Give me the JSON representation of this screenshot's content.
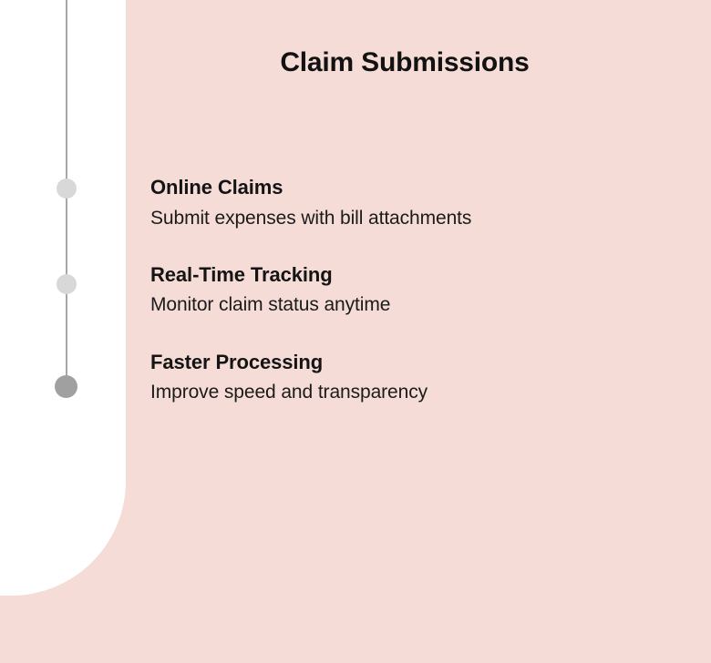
{
  "theme": {
    "background_color": "#F6DCD7",
    "panel_color": "#FFFFFF",
    "line_color": "#A8A8A8",
    "dot_inactive_color": "#D8D8D8",
    "dot_active_color": "#A0A0A0",
    "text_color": "#121212"
  },
  "header": {
    "title": "Claim Submissions"
  },
  "timeline": {
    "markers": [
      {
        "name": "marker-online-claims",
        "state": "inactive"
      },
      {
        "name": "marker-real-time-tracking",
        "state": "inactive"
      },
      {
        "name": "marker-faster-processing",
        "state": "active"
      }
    ]
  },
  "items": [
    {
      "title": "Online Claims",
      "description": "Submit expenses with bill attachments"
    },
    {
      "title": "Real-Time Tracking",
      "description": "Monitor claim status anytime"
    },
    {
      "title": "Faster Processing",
      "description": "Improve speed and transparency"
    }
  ]
}
